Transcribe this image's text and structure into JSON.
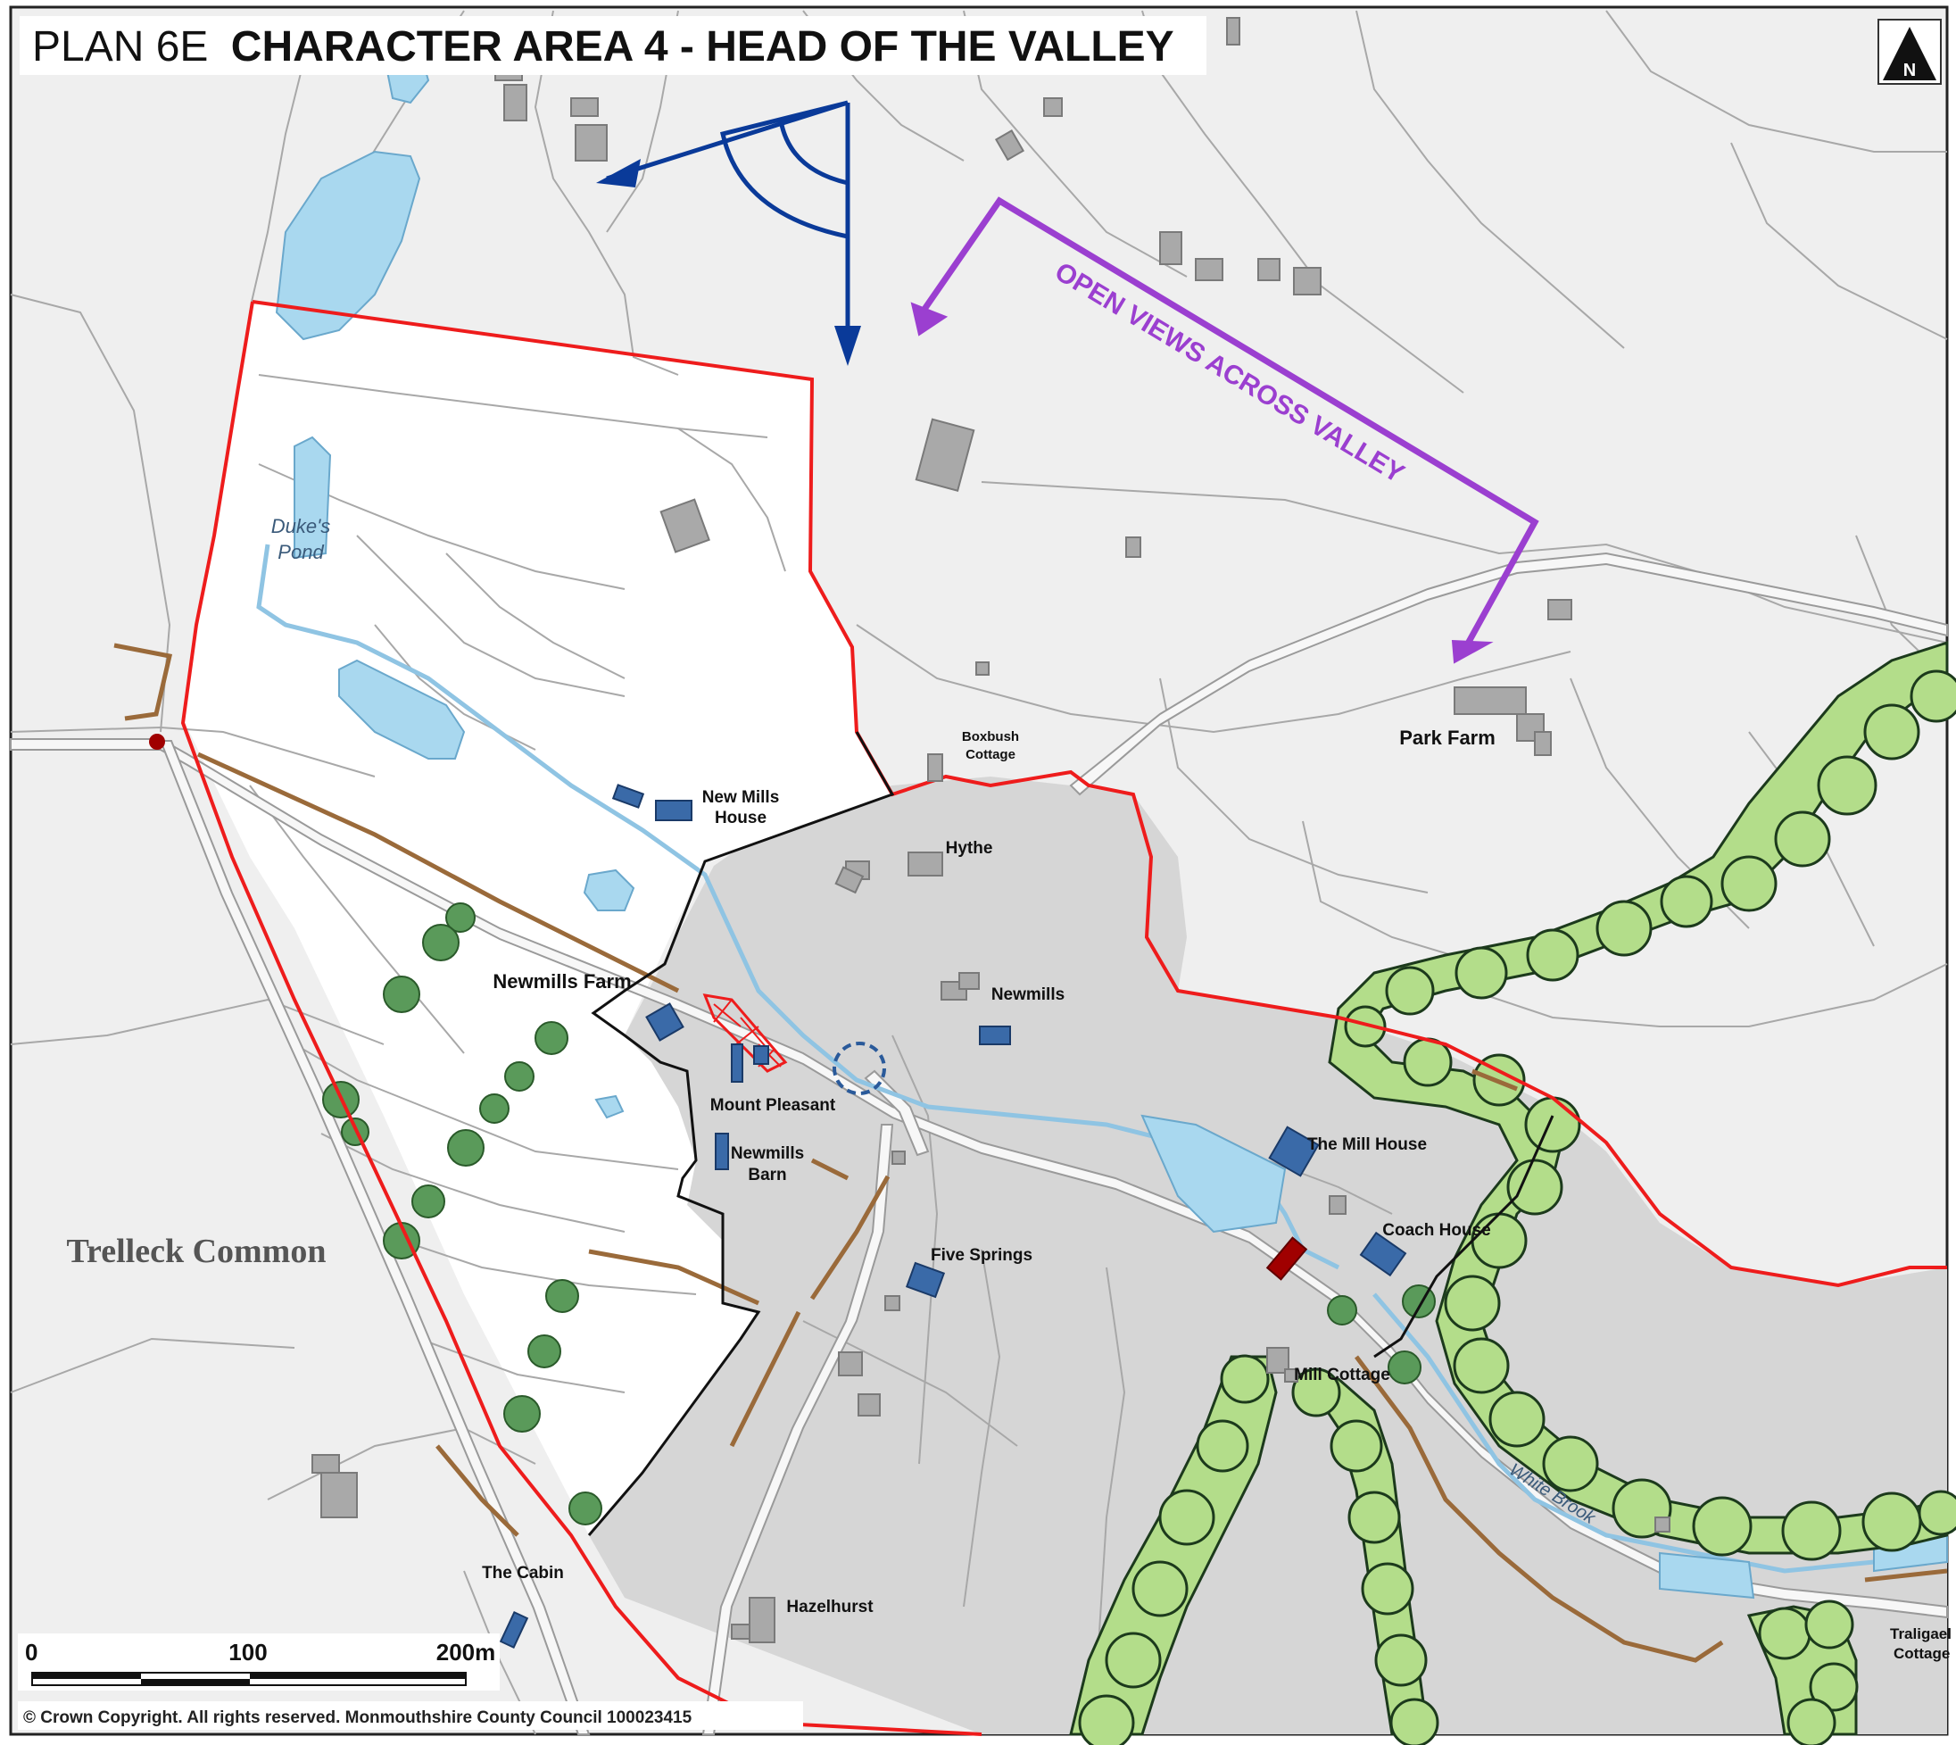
{
  "title": {
    "prefix": "PLAN 6E",
    "main": "CHARACTER AREA 4 - HEAD OF THE VALLEY"
  },
  "north_label": "N",
  "annotation": "OPEN VIEWS ACROSS VALLEY",
  "labels": {
    "dukes_pond_1": "Duke's",
    "dukes_pond_2": "Pond",
    "new_mills_house_1": "New Mills",
    "new_mills_house_2": "House",
    "boxbush_1": "Boxbush",
    "boxbush_2": "Cottage",
    "park_farm": "Park Farm",
    "hythe": "Hythe",
    "newmills_farm": "Newmills Farm",
    "newmills": "Newmills",
    "mount_pleasant": "Mount Pleasant",
    "newmills_barn_1": "Newmills",
    "newmills_barn_2": "Barn",
    "the_mill_house": "The Mill House",
    "coach_house": "Coach House",
    "five_springs": "Five Springs",
    "mill_cottage": "Mill Cottage",
    "trelleck_common": "Trelleck Common",
    "the_cabin": "The Cabin",
    "hazelhurst": "Hazelhurst",
    "tralgaer_1": "Traligael",
    "tralgaer_2": "Cottage",
    "white_brook": "White Brook"
  },
  "scale_bar": {
    "tick_0": "0",
    "tick_100": "100",
    "tick_200": "200m"
  },
  "copyright": "© Crown Copyright.  All rights reserved. Monmouthshire County Council 100023415",
  "colors": {
    "boundary": "#ee1c1c",
    "sub_boundary": "#111111",
    "views_arrow": "#9b3fd0",
    "viewpoint_arrow": "#0a3a99",
    "water": "#a9d8ef",
    "tree_belt": "#b3dd8a",
    "tree": "#5a9a5a",
    "listed_building": "#3a6aa8",
    "building": "#a9a9a9",
    "path": "#9a6a3a",
    "grey_area": "#d6d6d6"
  }
}
